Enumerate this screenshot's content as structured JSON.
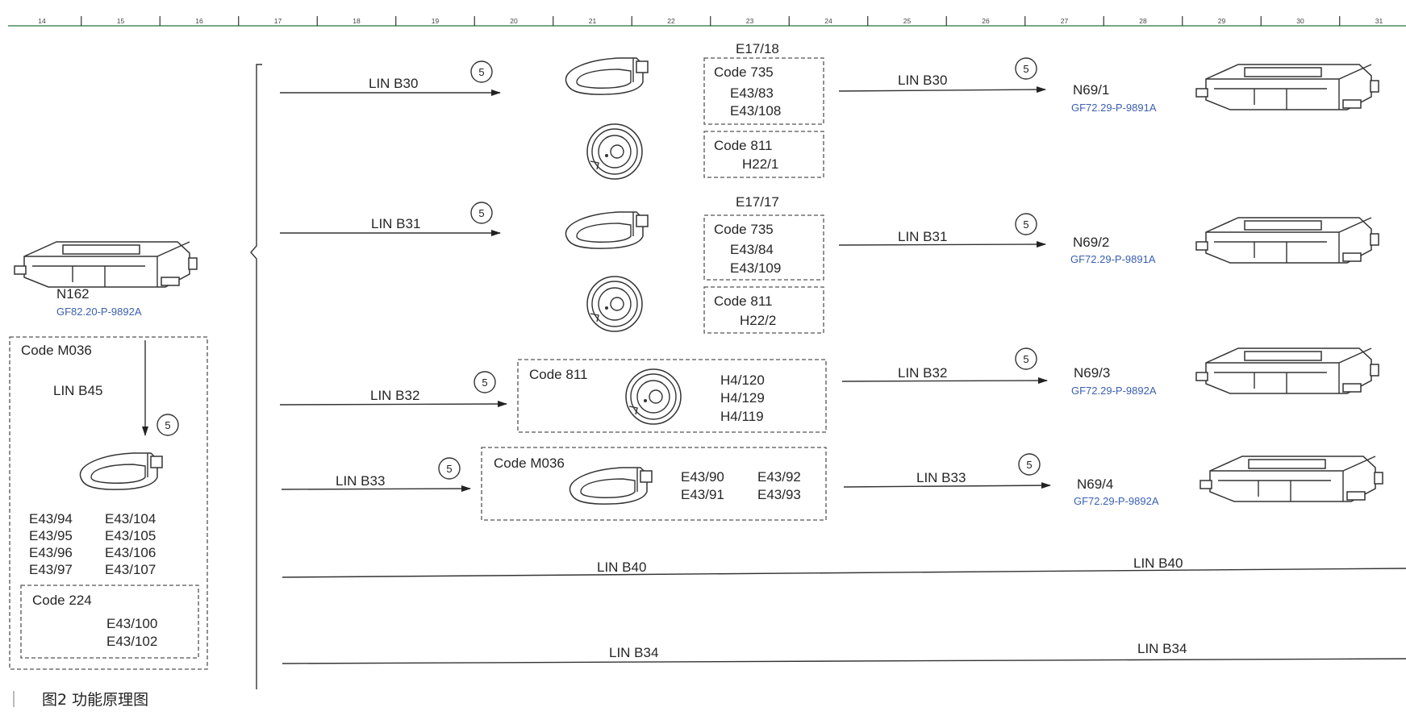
{
  "ruler": [
    "14",
    "15",
    "16",
    "17",
    "18",
    "19",
    "20",
    "21",
    "22",
    "23",
    "24",
    "25",
    "26",
    "27",
    "28",
    "29",
    "30",
    "31"
  ],
  "colors": {
    "line": "#333333",
    "link_blue": "#3a5fb0",
    "ruler_line": "#4a8a5a"
  },
  "left": {
    "module_id": "N162",
    "module_ref": "GF82.20-P-9892A",
    "code_box_title": "Code M036",
    "lin_label": "LIN B45",
    "lamp_labels": [
      "E43/94",
      "E43/104",
      "E43/95",
      "E43/105",
      "E43/96",
      "E43/106",
      "E43/97",
      "E43/107"
    ],
    "sub_box_title": "Code 224",
    "sub_box_items": [
      "E43/100",
      "E43/102"
    ]
  },
  "bus_circle_label": "5",
  "rows": [
    {
      "lin": "LIN B30",
      "group": "E17/18",
      "box1_title": "Code 735",
      "box1_items": [
        "E43/83",
        "E43/108"
      ],
      "box2_title": "Code 811",
      "box2_items": [
        "H22/1"
      ],
      "lin_right": "LIN B30",
      "module_id": "N69/1",
      "module_ref": "GF72.29-P-9891A"
    },
    {
      "lin": "LIN B31",
      "group": "E17/17",
      "box1_title": "Code 735",
      "box1_items": [
        "E43/84",
        "E43/109"
      ],
      "box2_title": "Code 811",
      "box2_items": [
        "H22/2"
      ],
      "lin_right": "LIN B31",
      "module_id": "N69/2",
      "module_ref": "GF72.29-P-9891A"
    },
    {
      "lin": "LIN B32",
      "box_title": "Code 811",
      "box_items": [
        "H4/120",
        "H4/129",
        "H4/119"
      ],
      "lin_right": "LIN B32",
      "module_id": "N69/3",
      "module_ref": "GF72.29-P-9892A"
    },
    {
      "lin": "LIN B33",
      "box_title": "Code M036",
      "box_items": [
        "E43/90",
        "E43/92",
        "E43/91",
        "E43/93"
      ],
      "lin_right": "LIN B33",
      "module_id": "N69/4",
      "module_ref": "GF72.29-P-9892A"
    }
  ],
  "buses": [
    {
      "label_left": "LIN B40",
      "label_right": "LIN B40"
    },
    {
      "label_left": "LIN B34",
      "label_right": "LIN B34"
    }
  ],
  "caption": "图2   功能原理图"
}
